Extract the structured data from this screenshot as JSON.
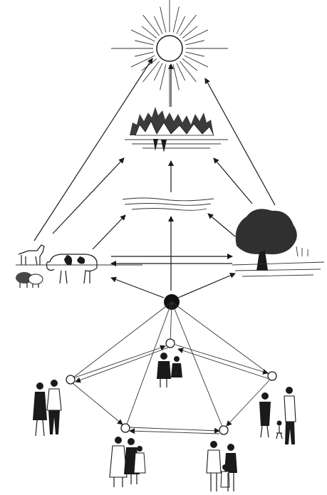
{
  "diagram": {
    "nodes": [
      {
        "id": "sun",
        "icon": "sun-icon"
      },
      {
        "id": "mountains",
        "icon": "mountains-icon"
      },
      {
        "id": "water",
        "icon": "water-icon"
      },
      {
        "id": "animals",
        "icon": "livestock-icon"
      },
      {
        "id": "tree",
        "icon": "tree-icon"
      },
      {
        "id": "hub",
        "icon": "black-dot-icon"
      },
      {
        "id": "family-center",
        "icon": "family-icon"
      },
      {
        "id": "family-left",
        "icon": "couple-icon"
      },
      {
        "id": "family-right",
        "icon": "family-icon"
      },
      {
        "id": "family-bottom-left",
        "icon": "family-icon"
      },
      {
        "id": "family-bottom-right",
        "icon": "family-icon"
      }
    ],
    "colors": {
      "ink": "#1a1a1a",
      "paper": "#ffffff"
    }
  }
}
